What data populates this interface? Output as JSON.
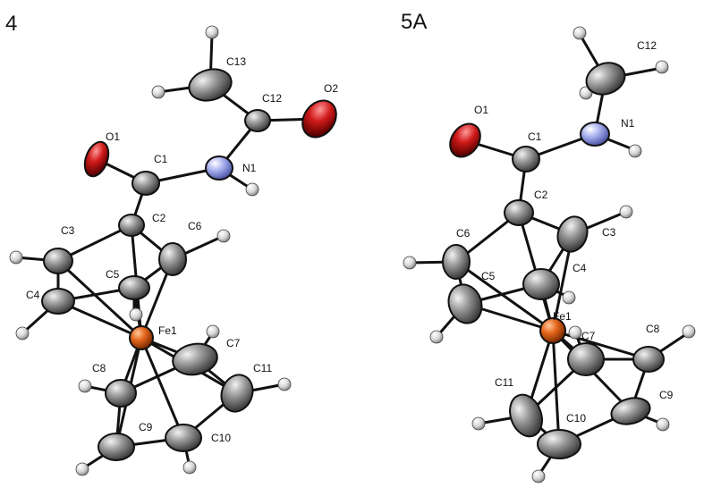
{
  "panels": [
    {
      "label": "4",
      "atom_labels": {
        "C13": "C13",
        "C12": "C12",
        "O2": "O2",
        "O1": "O1",
        "C1": "C1",
        "N1": "N1",
        "C2": "C2",
        "C3": "C3",
        "C6": "C6",
        "C5": "C5",
        "C4": "C4",
        "Fe1": "Fe1",
        "C7": "C7",
        "C8": "C8",
        "C11": "C11",
        "C9": "C9",
        "C10": "C10"
      }
    },
    {
      "label": "5A",
      "atom_labels": {
        "C12": "C12",
        "O1": "O1",
        "N1": "N1",
        "C1": "C1",
        "C2": "C2",
        "C6": "C6",
        "C3": "C3",
        "C5": "C5",
        "C4": "C4",
        "Fe1": "Fe1",
        "C7": "C7",
        "C8": "C8",
        "C11": "C11",
        "C9": "C9",
        "C10": "C10"
      }
    }
  ],
  "colors": {
    "carbon": "#6b6b6b",
    "oxygen": "#c8141a",
    "nitrogen": "#9aa6e8",
    "iron": "#e0651e",
    "hydrogen": "#dcdcdc",
    "bond": "#111111"
  }
}
